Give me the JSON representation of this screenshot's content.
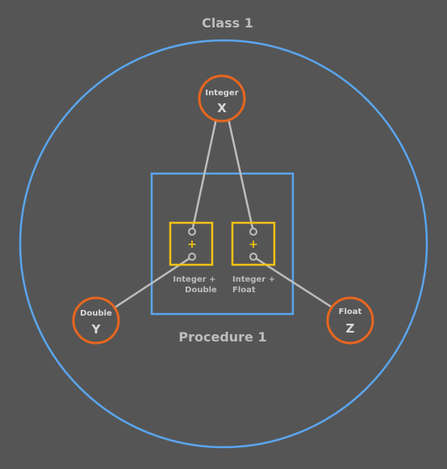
{
  "class_label": "Class 1",
  "procedure_label": "Procedure 1",
  "variables": {
    "x": {
      "type": "Integer",
      "name": "X"
    },
    "y": {
      "type": "Double",
      "name": "Y"
    },
    "z": {
      "type": "Float",
      "name": "Z"
    }
  },
  "operations": {
    "left": {
      "symbol": "+",
      "label_line1": "Integer +",
      "label_line2": "Double"
    },
    "right": {
      "symbol": "+",
      "label_line1": "Integer +",
      "label_line2": "Float"
    }
  },
  "colors": {
    "background": "#555555",
    "class_circle": "#5aa5ee",
    "procedure_box": "#5aa5ee",
    "variable_circle": "#e8661e",
    "operation_box": "#f2c214",
    "connector": "#bdbdbd",
    "text": "#bdbdbd",
    "variable_text": "#d9d9d9"
  }
}
